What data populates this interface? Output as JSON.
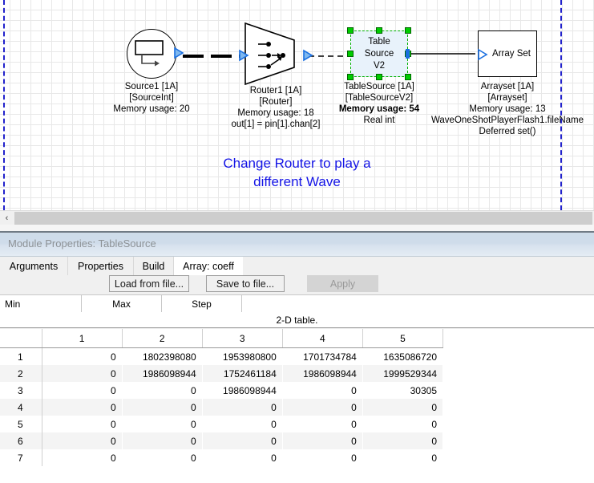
{
  "canvas": {
    "annotation_line1": "Change Router to play a",
    "annotation_line2": "different Wave",
    "nodes": [
      {
        "id": "source1",
        "shape": "circle",
        "icon": "source-int-icon",
        "label_lines": [
          "Source1 [1A]",
          "[SourceInt]",
          "Memory usage: 20"
        ]
      },
      {
        "id": "router1",
        "shape": "trapezoid",
        "icon": "router-icon",
        "label_lines": [
          "Router1 [1A]",
          "[Router]",
          "Memory usage: 18",
          "out[1] = pin[1].chan[2]"
        ]
      },
      {
        "id": "tablesource",
        "shape": "rectangle-selected",
        "body_lines": [
          "Table",
          "Source",
          "V2"
        ],
        "label_lines": [
          "TableSource [1A]",
          "[TableSourceV2]",
          "Memory usage: 54",
          "Real int"
        ],
        "bold_label_index": 2,
        "selected": true
      },
      {
        "id": "arrayset",
        "shape": "rectangle",
        "body_lines": [
          "Array Set"
        ],
        "label_lines": [
          "Arrayset [1A]",
          "[Arrayset]",
          "Memory usage: 13",
          "WaveOneShotPlayerFlash1.fileName",
          "Deferred set()"
        ]
      }
    ],
    "scrollbar": {
      "left_arrow": "‹"
    }
  },
  "panel": {
    "title": "Module Properties: TableSource",
    "tabs": [
      {
        "label": "Arguments",
        "active": false
      },
      {
        "label": "Properties",
        "active": false
      },
      {
        "label": "Build",
        "active": false
      },
      {
        "label": "Array: coeff",
        "active": true
      }
    ],
    "toolbar": {
      "load_label": "Load from file...",
      "save_label": "Save to file...",
      "apply_label": "Apply",
      "apply_enabled": false
    },
    "minmaxstep": {
      "min_label": "Min",
      "max_label": "Max",
      "step_label": "Step"
    },
    "table_caption": "2-D table."
  },
  "chart_data": {
    "type": "table",
    "title": "2-D table.",
    "columns": [
      "",
      "1",
      "2",
      "3",
      "4",
      "5"
    ],
    "rows": [
      {
        "index": "1",
        "values": [
          "0",
          "1802398080",
          "1953980800",
          "1701734784",
          "1635086720"
        ]
      },
      {
        "index": "2",
        "values": [
          "0",
          "1986098944",
          "1752461184",
          "1986098944",
          "1999529344"
        ]
      },
      {
        "index": "3",
        "values": [
          "0",
          "0",
          "1986098944",
          "0",
          "30305"
        ]
      },
      {
        "index": "4",
        "values": [
          "0",
          "0",
          "0",
          "0",
          "0"
        ]
      },
      {
        "index": "5",
        "values": [
          "0",
          "0",
          "0",
          "0",
          "0"
        ]
      },
      {
        "index": "6",
        "values": [
          "0",
          "0",
          "0",
          "0",
          "0"
        ]
      },
      {
        "index": "7",
        "values": [
          "0",
          "0",
          "0",
          "0",
          "0"
        ]
      }
    ]
  },
  "colors": {
    "annotation": "#1414e6",
    "selection_handle": "#00cc00",
    "selected_fill": "#e8f2fb",
    "page_break": "#2222cc",
    "port_arrow": "#1a6fe0"
  }
}
